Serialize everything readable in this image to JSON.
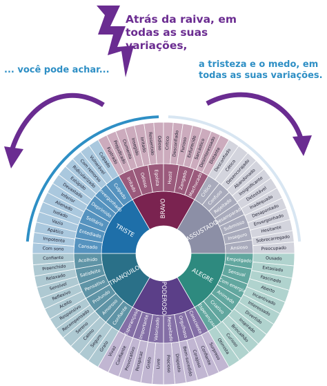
{
  "headlines": {
    "center": "Atrás da raiva, em todas as suas variações,",
    "left": "... você pode achar...",
    "right": "a tristeza e o medo, em todas as suas variações."
  },
  "colors": {
    "headline_center": "#6b2c91",
    "headline_side": "#2e8fc5",
    "arrow_purple": "#6a2c91",
    "bolt": "#6a2c91",
    "arc_left": "#2e8fc5",
    "arc_right": "#d8e6f2",
    "hub": "#ffffff",
    "ring_line": "#ffffff"
  },
  "wheel": {
    "core": [
      {
        "label": "BRAVO",
        "color": "#7a2350",
        "middle": [
          "Irritado",
          "Odioso",
          "Egoísta",
          "Hostil",
          "Zangado",
          "Machucado"
        ],
        "outer": [
          "Fustrado",
          "Prejudicado",
          "Ciumento",
          "Insegido",
          "Irritado",
          "Ressentido",
          "Odioso",
          "Crítico",
          "Desconfiado",
          "Furioso",
          "Enfurecido",
          "Sarcástico",
          "Desinteressado",
          "Distante"
        ]
      },
      {
        "label": "ASSUSTADO",
        "color": "#8c8fa6",
        "middle": [
          "Crítico",
          "Confuso",
          "Rejeitado",
          "Desamparado",
          "Submisso",
          "Inseguro",
          "Ansioso"
        ],
        "outer": [
          "Desconfiado",
          "Cético",
          "Desencorajado",
          "Abandonado",
          "Insignificante",
          "Detestável",
          "Inadequado",
          "Desapontado",
          "Envergonhado",
          "Hesitante",
          "Sobrecarregado",
          "Preocupado"
        ]
      },
      {
        "label": "ALEGRE",
        "color": "#2e8a7f",
        "middle": [
          "Empolgado",
          "Sensual",
          "Com energia",
          "Animado",
          "Criativo",
          "Esperançoso"
        ],
        "outer": [
          "Ousado",
          "Extasiado",
          "Fascinado",
          "Aberto",
          "Incentivado",
          "Interessado",
          "Divertido",
          "Inspirado",
          "Brincalhão",
          "Curioso",
          "Otimista"
        ]
      },
      {
        "label": "PODEROSO",
        "color": "#5b3f88",
        "middle": [
          "Consciente",
          "Orgulhoso",
          "Respeitado",
          "Valorizado",
          "Importante",
          "Esperançoso"
        ],
        "outer": [
          "Surpreso",
          "Confiante",
          "Corajoso",
          "Bem-sucedido",
          "Disposto",
          "Precioso",
          "Livre",
          "Grato",
          "Perspicaz",
          "Provocativo",
          "Confiante",
          "Vivaz"
        ]
      },
      {
        "label": "TRANQUILO",
        "color": "#2a7088",
        "middle": [
          "Confiante",
          "Amoroso",
          "Profundo",
          "Pensativo",
          "Satisfeito",
          "Acolhido"
        ],
        "outer": [
          "Grato",
          "Seguro",
          "Calmo",
          "Sereno",
          "Recompensado",
          "Responsivo",
          "Aceito",
          "Reflexivo",
          "Sensível",
          "Relaxado",
          "Preenchido",
          "Confiante"
        ]
      },
      {
        "label": "TRISTE",
        "color": "#1e6fa9",
        "middle": [
          "Cansado",
          "Entediado",
          "Solitário",
          "Deprimido",
          "Envergonhado",
          "Culpado"
        ],
        "outer": [
          "Com sono",
          "Impotente",
          "Apático",
          "Vazio",
          "Isolado",
          "Alienado",
          "Inferior",
          "Devastado",
          "Estúpido",
          "Ridicularizado",
          "Com remorso",
          "Vulnerável",
          "Culpado"
        ]
      }
    ]
  }
}
